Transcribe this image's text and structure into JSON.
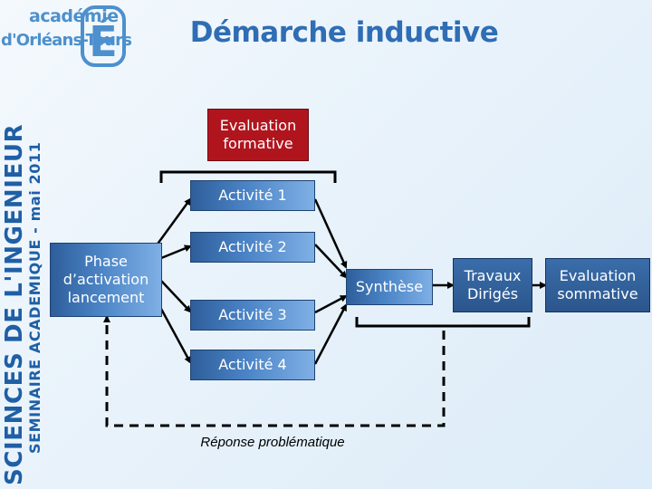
{
  "logo": {
    "line1": "académie",
    "line2": "d'Orléans-Tours",
    "emblem": "É"
  },
  "sidebar": {
    "main": "SCIENCES DE L'INGENIEUR",
    "sub": "SEMINAIRE ACADEMIQUE - mai 2011"
  },
  "title": "Démarche inductive",
  "nodes": {
    "evaluation_formative": "Evaluation formative",
    "activite_1": "Activité 1",
    "activite_2": "Activité 2",
    "activite_3": "Activité 3",
    "activite_4": "Activité 4",
    "phase": "Phase d’activation lancement",
    "synthese": "Synthèse",
    "travaux": "Travaux Dirigés",
    "evaluation_sommative": "Evaluation sommative"
  },
  "reponse": "Réponse problématique",
  "colors": {
    "title": "#2f6db4",
    "sidebar": "#1f5fa5",
    "formative": "#b0151e"
  }
}
